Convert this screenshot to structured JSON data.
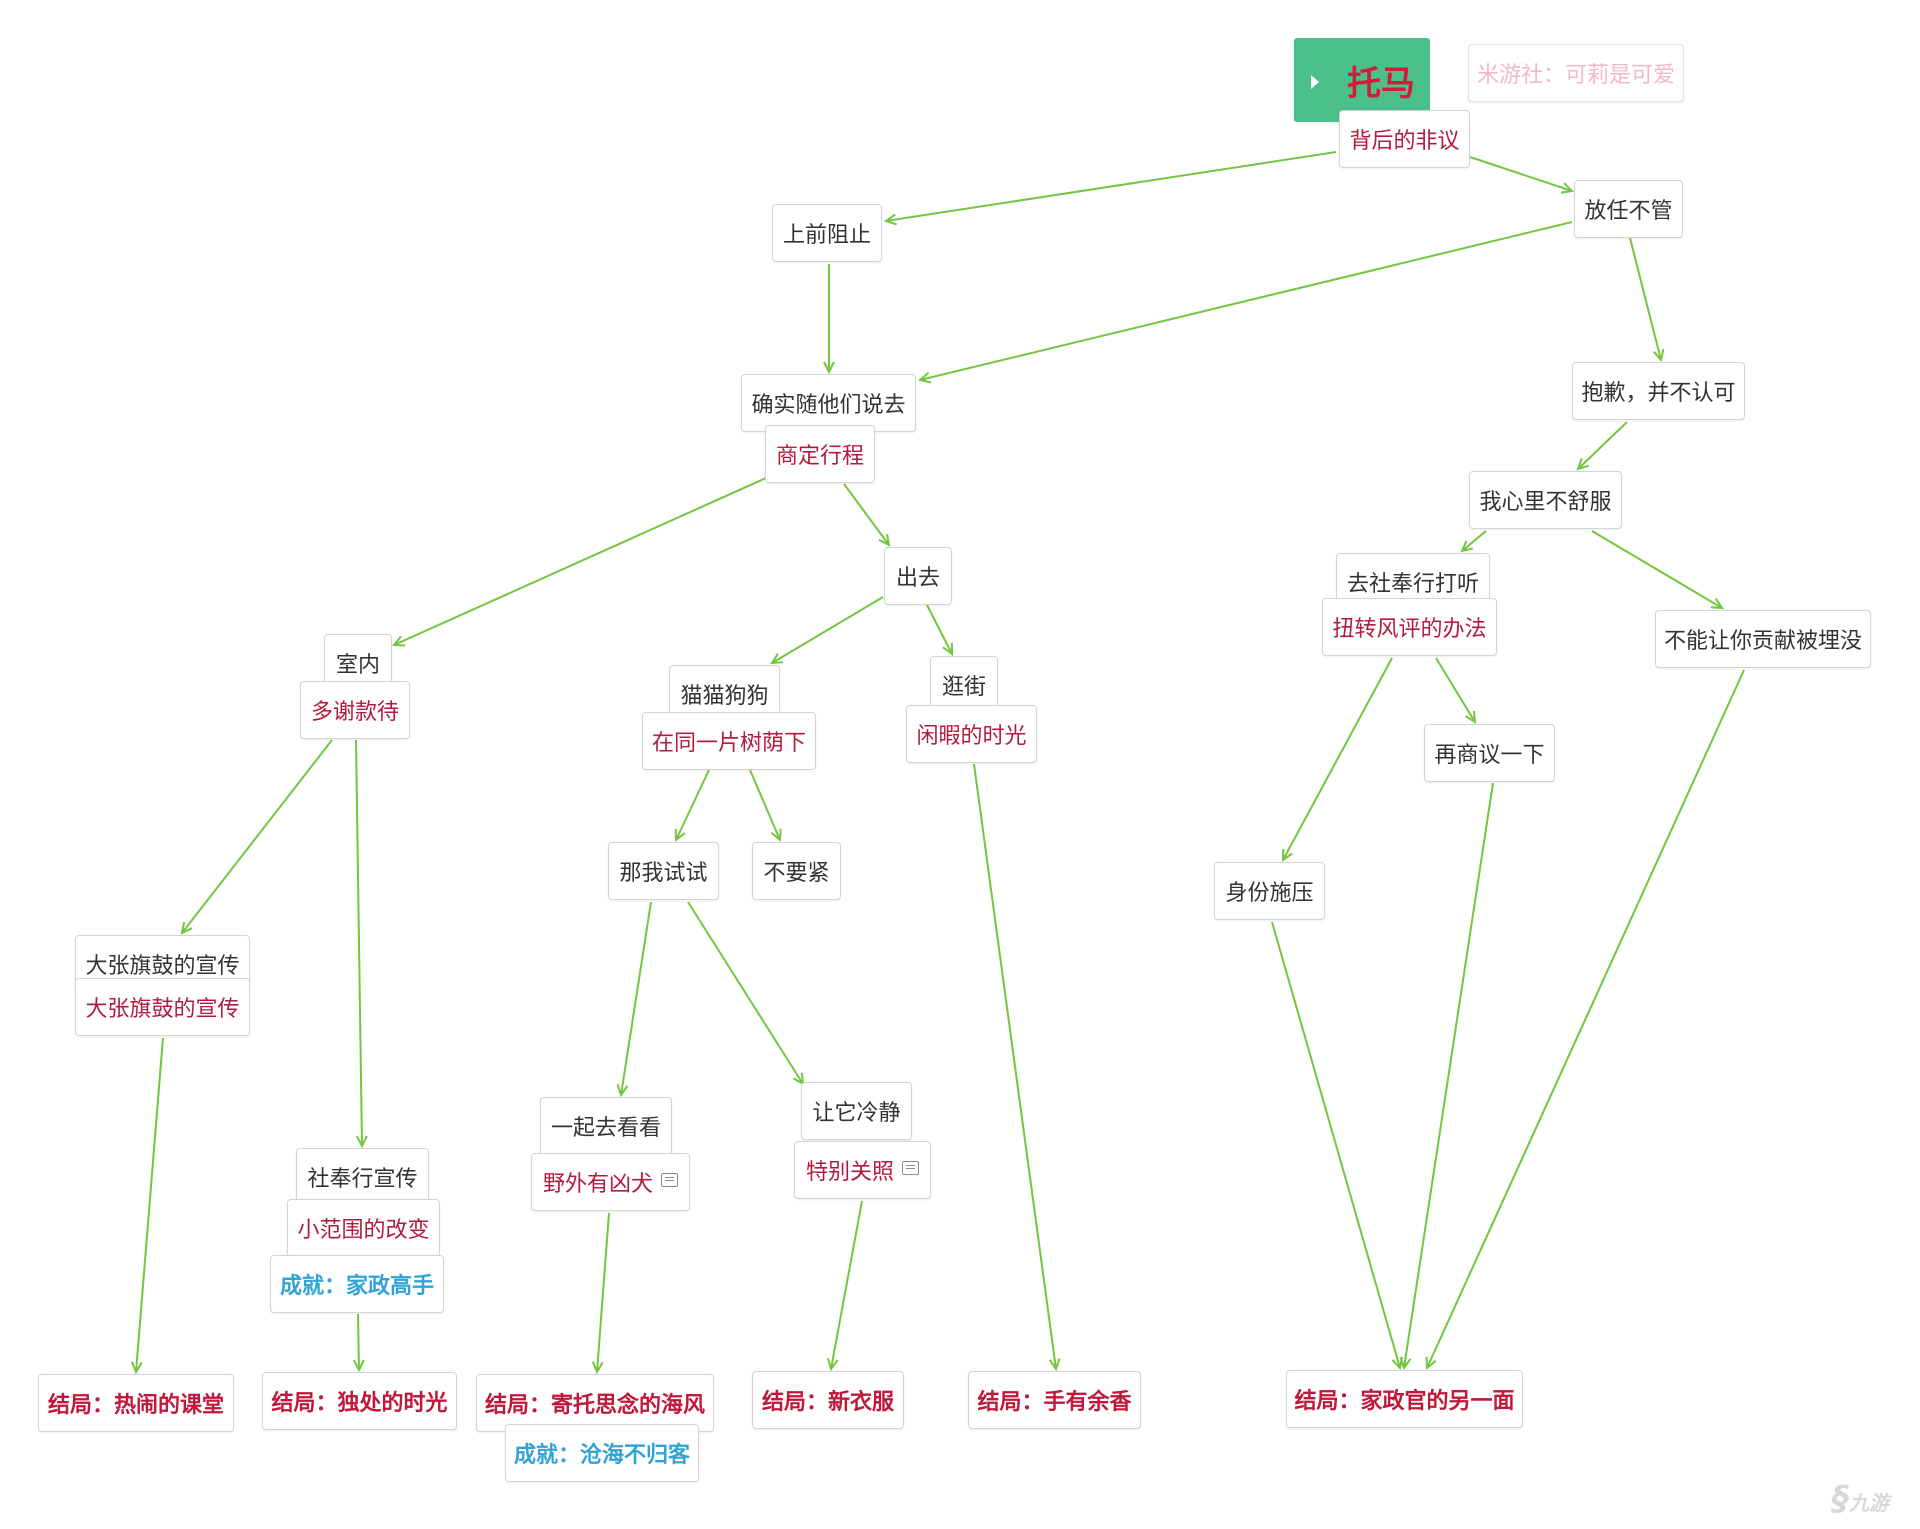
{
  "title": "托马",
  "watermark": "米游社：可莉是可爱",
  "colors": {
    "edge": "#73c63f",
    "root_bg": "#4cc08a",
    "dialog": "#b21c3c",
    "ending": "#c0183a",
    "achievement": "#33a3d6"
  },
  "nodes": {
    "n1": "背后的非议",
    "n2": "上前阻止",
    "n3": "放任不管",
    "n4": "确实随他们说去",
    "n5": "商定行程",
    "n6": "抱歉，并不认可",
    "n7": "我心里不舒服",
    "n8": "出去",
    "n9": "室内",
    "n10": "多谢款待",
    "n11": "猫猫狗狗",
    "n12": "在同一片树荫下",
    "n13": "逛街",
    "n14": "闲暇的时光",
    "n15": "去社奉行打听",
    "n16": "扭转风评的办法",
    "n17": "不能让你贡献被埋没",
    "n18": "再商议一下",
    "n19": "那我试试",
    "n20": "不要紧",
    "n21": "身份施压",
    "n22": "大张旗鼓的宣传",
    "n23": "大张旗鼓的宣传",
    "n24": "一起去看看",
    "n25": "野外有凶犬",
    "n26": "让它冷静",
    "n27": "特别关照",
    "n28": "社奉行宣传",
    "n29": "小范围的改变",
    "n30": "成就：家政高手",
    "n31": "结局：热闹的课堂",
    "n32": "结局：独处的时光",
    "n33": "结局：寄托思念的海风",
    "n34": "成就：沧海不归客",
    "n35": "结局：新衣服",
    "n36": "结局：手有余香",
    "n37": "结局：家政官的另一面"
  },
  "logo_text": "九游"
}
